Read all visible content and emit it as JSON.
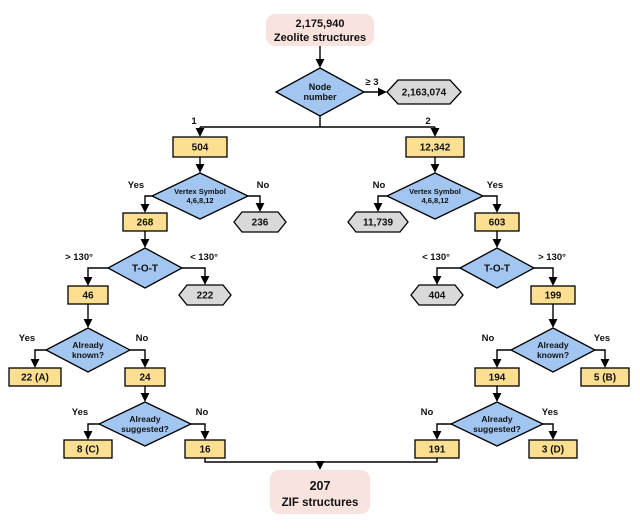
{
  "colors": {
    "terminal-fill": "#f8e3de",
    "decision-fill": "#a3c6f1",
    "process-fill": "#fcdf91",
    "reject-fill": "#d9d9d9",
    "stroke": "#000000"
  },
  "start": {
    "count": "2,175,940",
    "label": "Zeolite structures"
  },
  "end": {
    "count": "207",
    "label": "ZIF structures"
  },
  "decisions": {
    "node_number": {
      "line1": "Node",
      "line2": "number"
    },
    "vertex_symbol": {
      "line1": "Vertex Symbol",
      "line2": "4,6,8,12"
    },
    "tot": "T-O-T",
    "already_known": {
      "line1": "Already",
      "line2": "known?"
    },
    "already_suggested": {
      "line1": "Already",
      "line2": "suggested?"
    }
  },
  "edge_labels": {
    "ge3": "≥ 3",
    "branch1": "1",
    "branch2": "2",
    "yes": "Yes",
    "no": "No",
    "gt130": "> 130°",
    "lt130": "< 130°"
  },
  "counts": {
    "rejected_node_number": "2,163,074",
    "branch1": "504",
    "branch2": "12,342",
    "vertex_pass_left": "268",
    "vertex_fail_left": "236",
    "vertex_fail_right": "11,739",
    "vertex_pass_right": "603",
    "tot_pass_left": "46",
    "tot_fail_left": "222",
    "tot_fail_right": "404",
    "tot_pass_right": "199",
    "known_yes_left": "22 (A)",
    "known_no_left": "24",
    "known_no_right": "194",
    "known_yes_right": "5 (B)",
    "suggested_yes_left": "8 (C)",
    "suggested_no_left": "16",
    "suggested_no_right": "191",
    "suggested_yes_right": "3 (D)"
  }
}
